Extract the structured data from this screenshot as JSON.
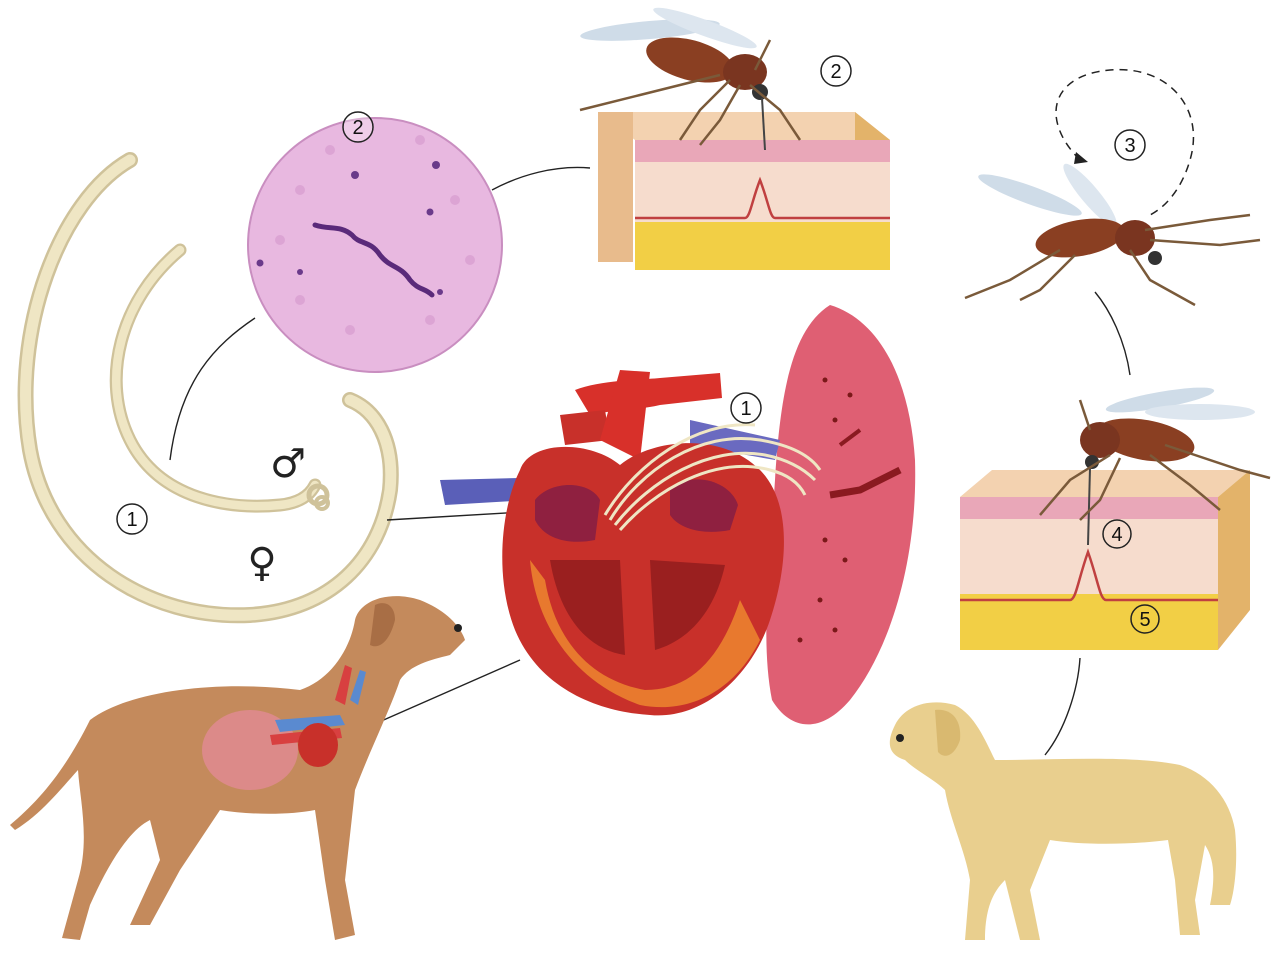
{
  "labels": {
    "worms_stage": "1",
    "microfilaria_stage": "2",
    "mosquito_feeding_stage": "2",
    "heart_stage": "1",
    "mosquito_development_stage": "3",
    "skin_entry_stage": "4",
    "tissue_stage": "5",
    "male_symbol": "♂",
    "female_symbol": "♀"
  },
  "colors": {
    "worm": "#efe6c4",
    "worm_outline": "#cfc29a",
    "microfilaria_bg": "#e8b8e0",
    "microfilaria_worm": "#5a2a7a",
    "skin_top": "#f3d2b0",
    "skin_pink": "#e9a7b8",
    "skin_dermis": "#f6dccd",
    "skin_fat": "#f2cf45",
    "mosquito_body": "#8a3f22",
    "mosquito_wing": "#cfdce8",
    "heart_red": "#c8302a",
    "heart_orange": "#e8792e",
    "lung": "#d9435a",
    "vessel_blue": "#5a5fb8",
    "dog_brown": "#c48a5c",
    "dog_yellow": "#e9cf8e",
    "leader_line": "#222222"
  },
  "icons": [
    "heartworm-adult-icon",
    "microfilaria-icon",
    "mosquito-icon",
    "skin-block-icon",
    "heart-icon",
    "lung-icon",
    "dog-icon"
  ]
}
